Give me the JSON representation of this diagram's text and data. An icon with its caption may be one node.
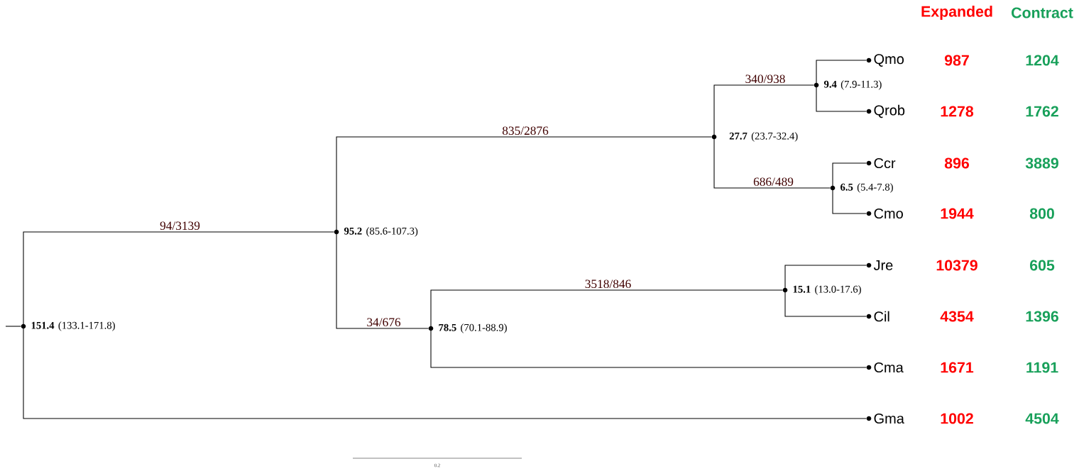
{
  "diagram": {
    "nodes": [
      {
        "text": [
          "151.4",
          "(133.1-171.8)"
        ]
      },
      {
        "text": [
          "95.2",
          "(85.6-107.3)"
        ]
      },
      {
        "text": [
          "27.7",
          "(23.7-32.4)"
        ]
      },
      {
        "text": [
          "9.4",
          "(7.9-11.3)"
        ]
      },
      {
        "text": [
          "Qmo"
        ]
      },
      {
        "text": [
          "Qrob"
        ]
      },
      {
        "text": [
          "6.5",
          "(5.4-7.8)"
        ]
      },
      {
        "text": [
          "Ccr"
        ]
      },
      {
        "text": [
          "Cmo"
        ]
      },
      {
        "text": [
          "78.5",
          "(70.1-88.9)"
        ]
      },
      {
        "text": [
          "15.1",
          "(13.0-17.6)"
        ]
      },
      {
        "text": [
          "Jre"
        ]
      },
      {
        "text": [
          "Cil"
        ]
      },
      {
        "text": [
          "Cma"
        ]
      },
      {
        "text": [
          "Gma"
        ]
      }
    ],
    "edges": [
      {
        "from": null,
        "to": 0,
        "arrow": "none"
      },
      {
        "from": 0,
        "to": 1,
        "arrow": "none",
        "label": "94/3139"
      },
      {
        "from": 0,
        "to": 14,
        "arrow": "none"
      },
      {
        "from": 1,
        "to": 2,
        "arrow": "none",
        "label": "835/2876"
      },
      {
        "from": 1,
        "to": 9,
        "arrow": "none",
        "label": "34/676"
      },
      {
        "from": 2,
        "to": 3,
        "arrow": "none",
        "label": "340/938"
      },
      {
        "from": 2,
        "to": 6,
        "arrow": "none",
        "label": "686/489"
      },
      {
        "from": 3,
        "to": 4,
        "arrow": "none"
      },
      {
        "from": 3,
        "to": 5,
        "arrow": "none"
      },
      {
        "from": 6,
        "to": 7,
        "arrow": "none"
      },
      {
        "from": 6,
        "to": 8,
        "arrow": "none"
      },
      {
        "from": 9,
        "to": 10,
        "arrow": "none",
        "label": "3518/846"
      },
      {
        "from": 9,
        "to": 13,
        "arrow": "none"
      },
      {
        "from": 10,
        "to": 11,
        "arrow": "none"
      },
      {
        "from": 10,
        "to": 12,
        "arrow": "none"
      }
    ],
    "labels": [
      "Expanded",
      "Contract",
      "987",
      "1204",
      "1278",
      "1762",
      "896",
      "3889",
      "1944",
      "800",
      "10379",
      "605",
      "4354",
      "1396",
      "1671",
      "1191",
      "1002",
      "4504",
      "0.2"
    ]
  }
}
